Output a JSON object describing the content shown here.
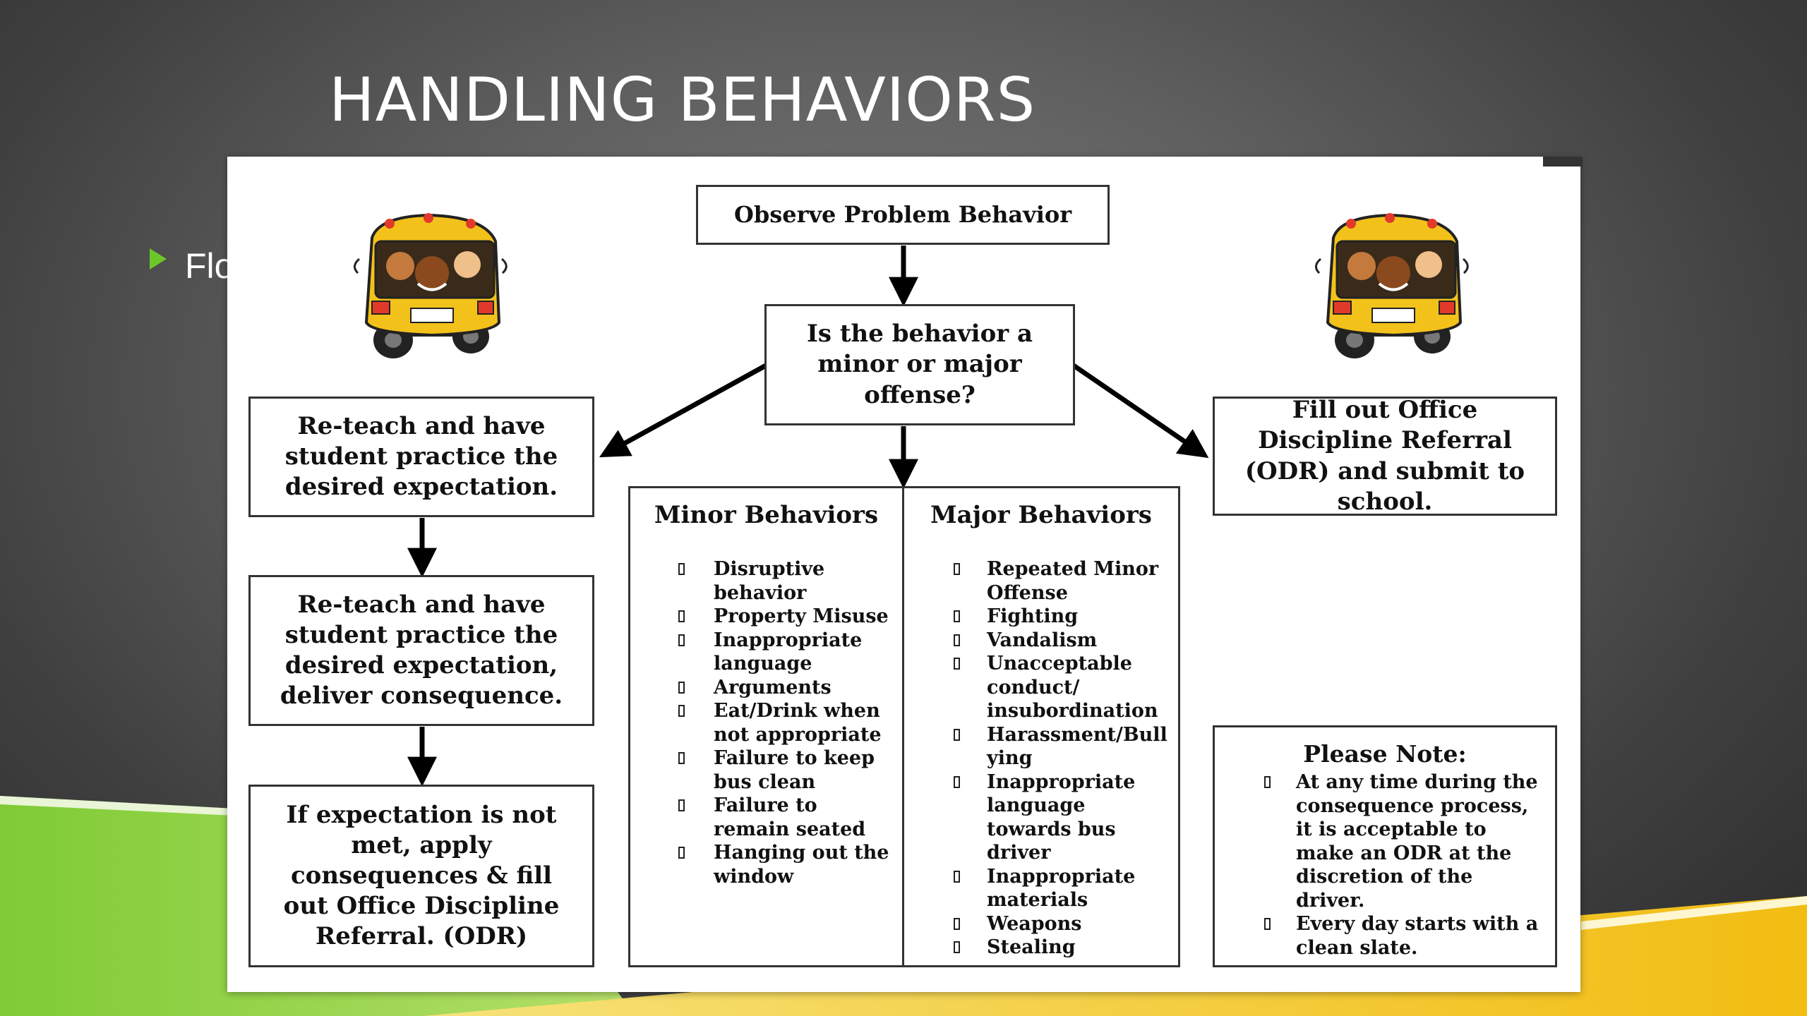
{
  "slide": {
    "title": "HANDLING BEHAVIORS",
    "bullet_text": "Flo",
    "colors": {
      "bullet": "#6cc72a",
      "green_band": "#8ccf3a",
      "yellow_band": "#f2c21b"
    }
  },
  "flowchart": {
    "observe": "Observe Problem Behavior",
    "question": "Is the behavior a minor or major offense?",
    "reteach": "Re-teach and have student practice the desired expectation.",
    "reteach_consequence": "Re-teach and have student practice the desired expectation, deliver consequence.",
    "expectation_not_met": "If expectation is not met, apply consequences & fill out Office Discipline Referral. (ODR)",
    "odr": "Fill out Office Discipline Referral (ODR) and submit to school.",
    "minor": {
      "heading": "Minor Behaviors",
      "items": [
        "Disruptive behavior",
        "Property Misuse",
        "Inappropriate language",
        "Arguments",
        "Eat/Drink when not appropriate",
        "Failure to keep bus clean",
        "Failure to remain seated",
        "Hanging out the window"
      ]
    },
    "major": {
      "heading": "Major Behaviors",
      "items": [
        "Repeated Minor Offense",
        "Fighting",
        "Vandalism",
        "Unacceptable conduct/ insubordination",
        "Harassment/Bull ying",
        "Inappropriate language towards bus driver",
        "Inappropriate materials",
        "Weapons",
        "Stealing"
      ]
    },
    "note": {
      "title": "Please Note:",
      "items": [
        "At any time during the consequence process, it is acceptable to make an ODR at the discretion of the driver.",
        "Every day starts with a clean slate."
      ]
    },
    "icons": [
      "school-bus-icon",
      "school-bus-icon"
    ]
  }
}
